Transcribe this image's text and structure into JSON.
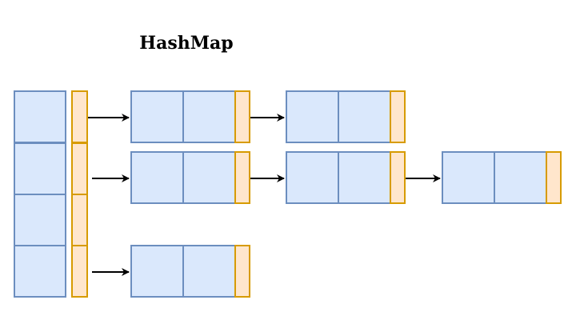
{
  "diagram": {
    "title": "HashMap",
    "colors": {
      "background": "#ffffff",
      "key_cell_fill": "#dae8fc",
      "key_cell_stroke": "#6c8ebf",
      "next_cell_fill": "#ffe6cc",
      "next_cell_stroke": "#d79b00",
      "arrow": "#000000",
      "title_text": "#000000"
    },
    "bucket_count": 4,
    "chains": [
      {
        "bucket": 1,
        "node_count": 2
      },
      {
        "bucket": 2,
        "node_count": 3
      },
      {
        "bucket": 3,
        "node_count": 0
      },
      {
        "bucket": 4,
        "node_count": 1
      }
    ]
  }
}
